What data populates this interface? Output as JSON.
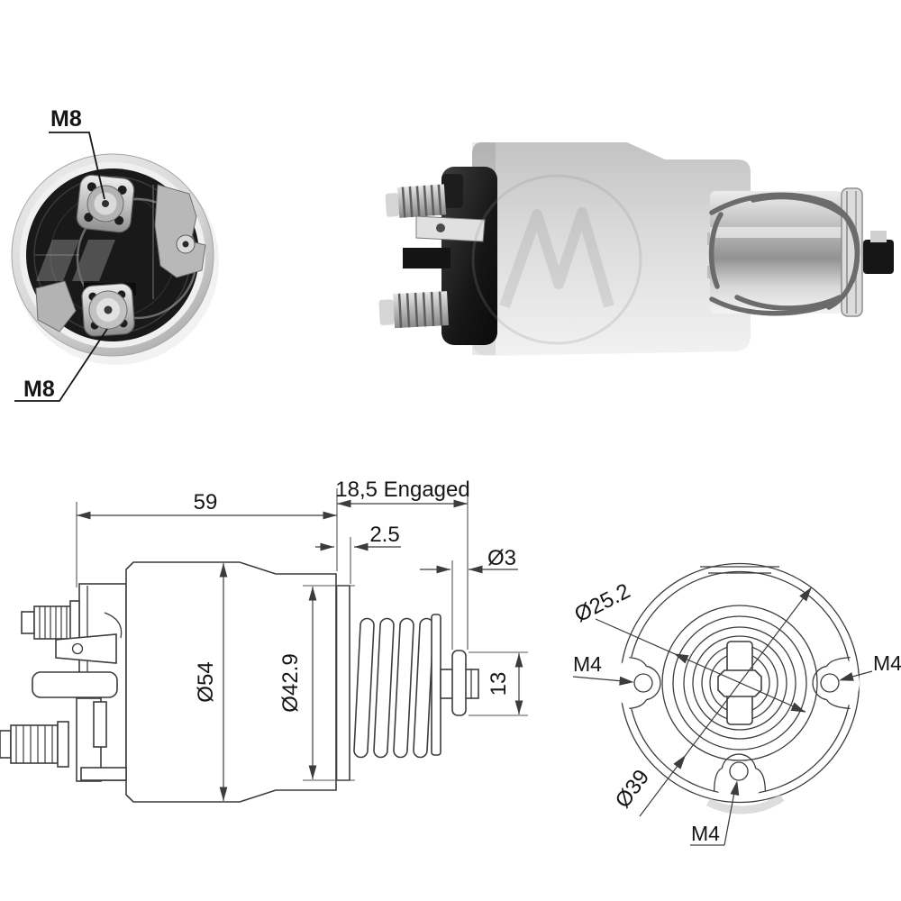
{
  "back_view": {
    "label_top": "M8",
    "label_bottom": "M8"
  },
  "side_drawing": {
    "dim_length": "59",
    "dim_engaged": "18,5 Engaged",
    "dim_plate": "2.5",
    "dim_pin_dia": "Ø3",
    "dim_body_dia": "Ø54",
    "dim_disc_dia": "Ø42.9",
    "dim_pin_len": "13"
  },
  "end_drawing": {
    "dim_pilot_dia": "Ø25.2",
    "dim_bolt_circle": "Ø39",
    "m4_left": "M4",
    "m4_right": "M4",
    "m4_bottom": "M4"
  },
  "colors": {
    "drawing_line": "#3c3c3c",
    "text": "#161616",
    "photo_dark": "#161616",
    "photo_metal": "#d6d6d6",
    "background": "#ffffff"
  }
}
